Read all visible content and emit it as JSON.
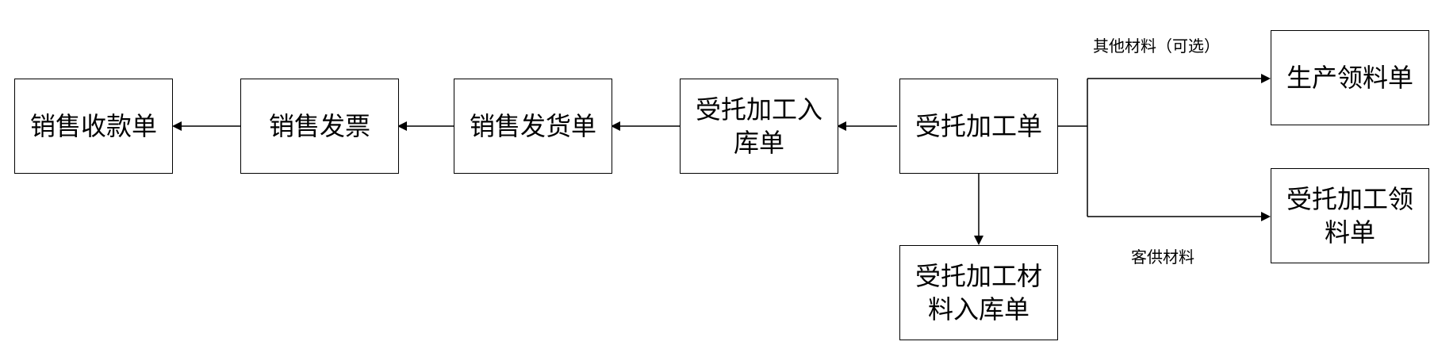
{
  "nodes": {
    "sales_receipt": "销售收款单",
    "sales_invoice": "销售发票",
    "sales_delivery": "销售发货单",
    "consign_in": "受托加工入\n库单",
    "consign_order": "受托加工单",
    "consign_material_in": "受托加工材\n料入库单",
    "production_pick": "生产领料单",
    "consign_pick": "受托加工领\n料单"
  },
  "edge_labels": {
    "other_materials": "其他材料（可选）",
    "customer_materials": "客供材料"
  }
}
